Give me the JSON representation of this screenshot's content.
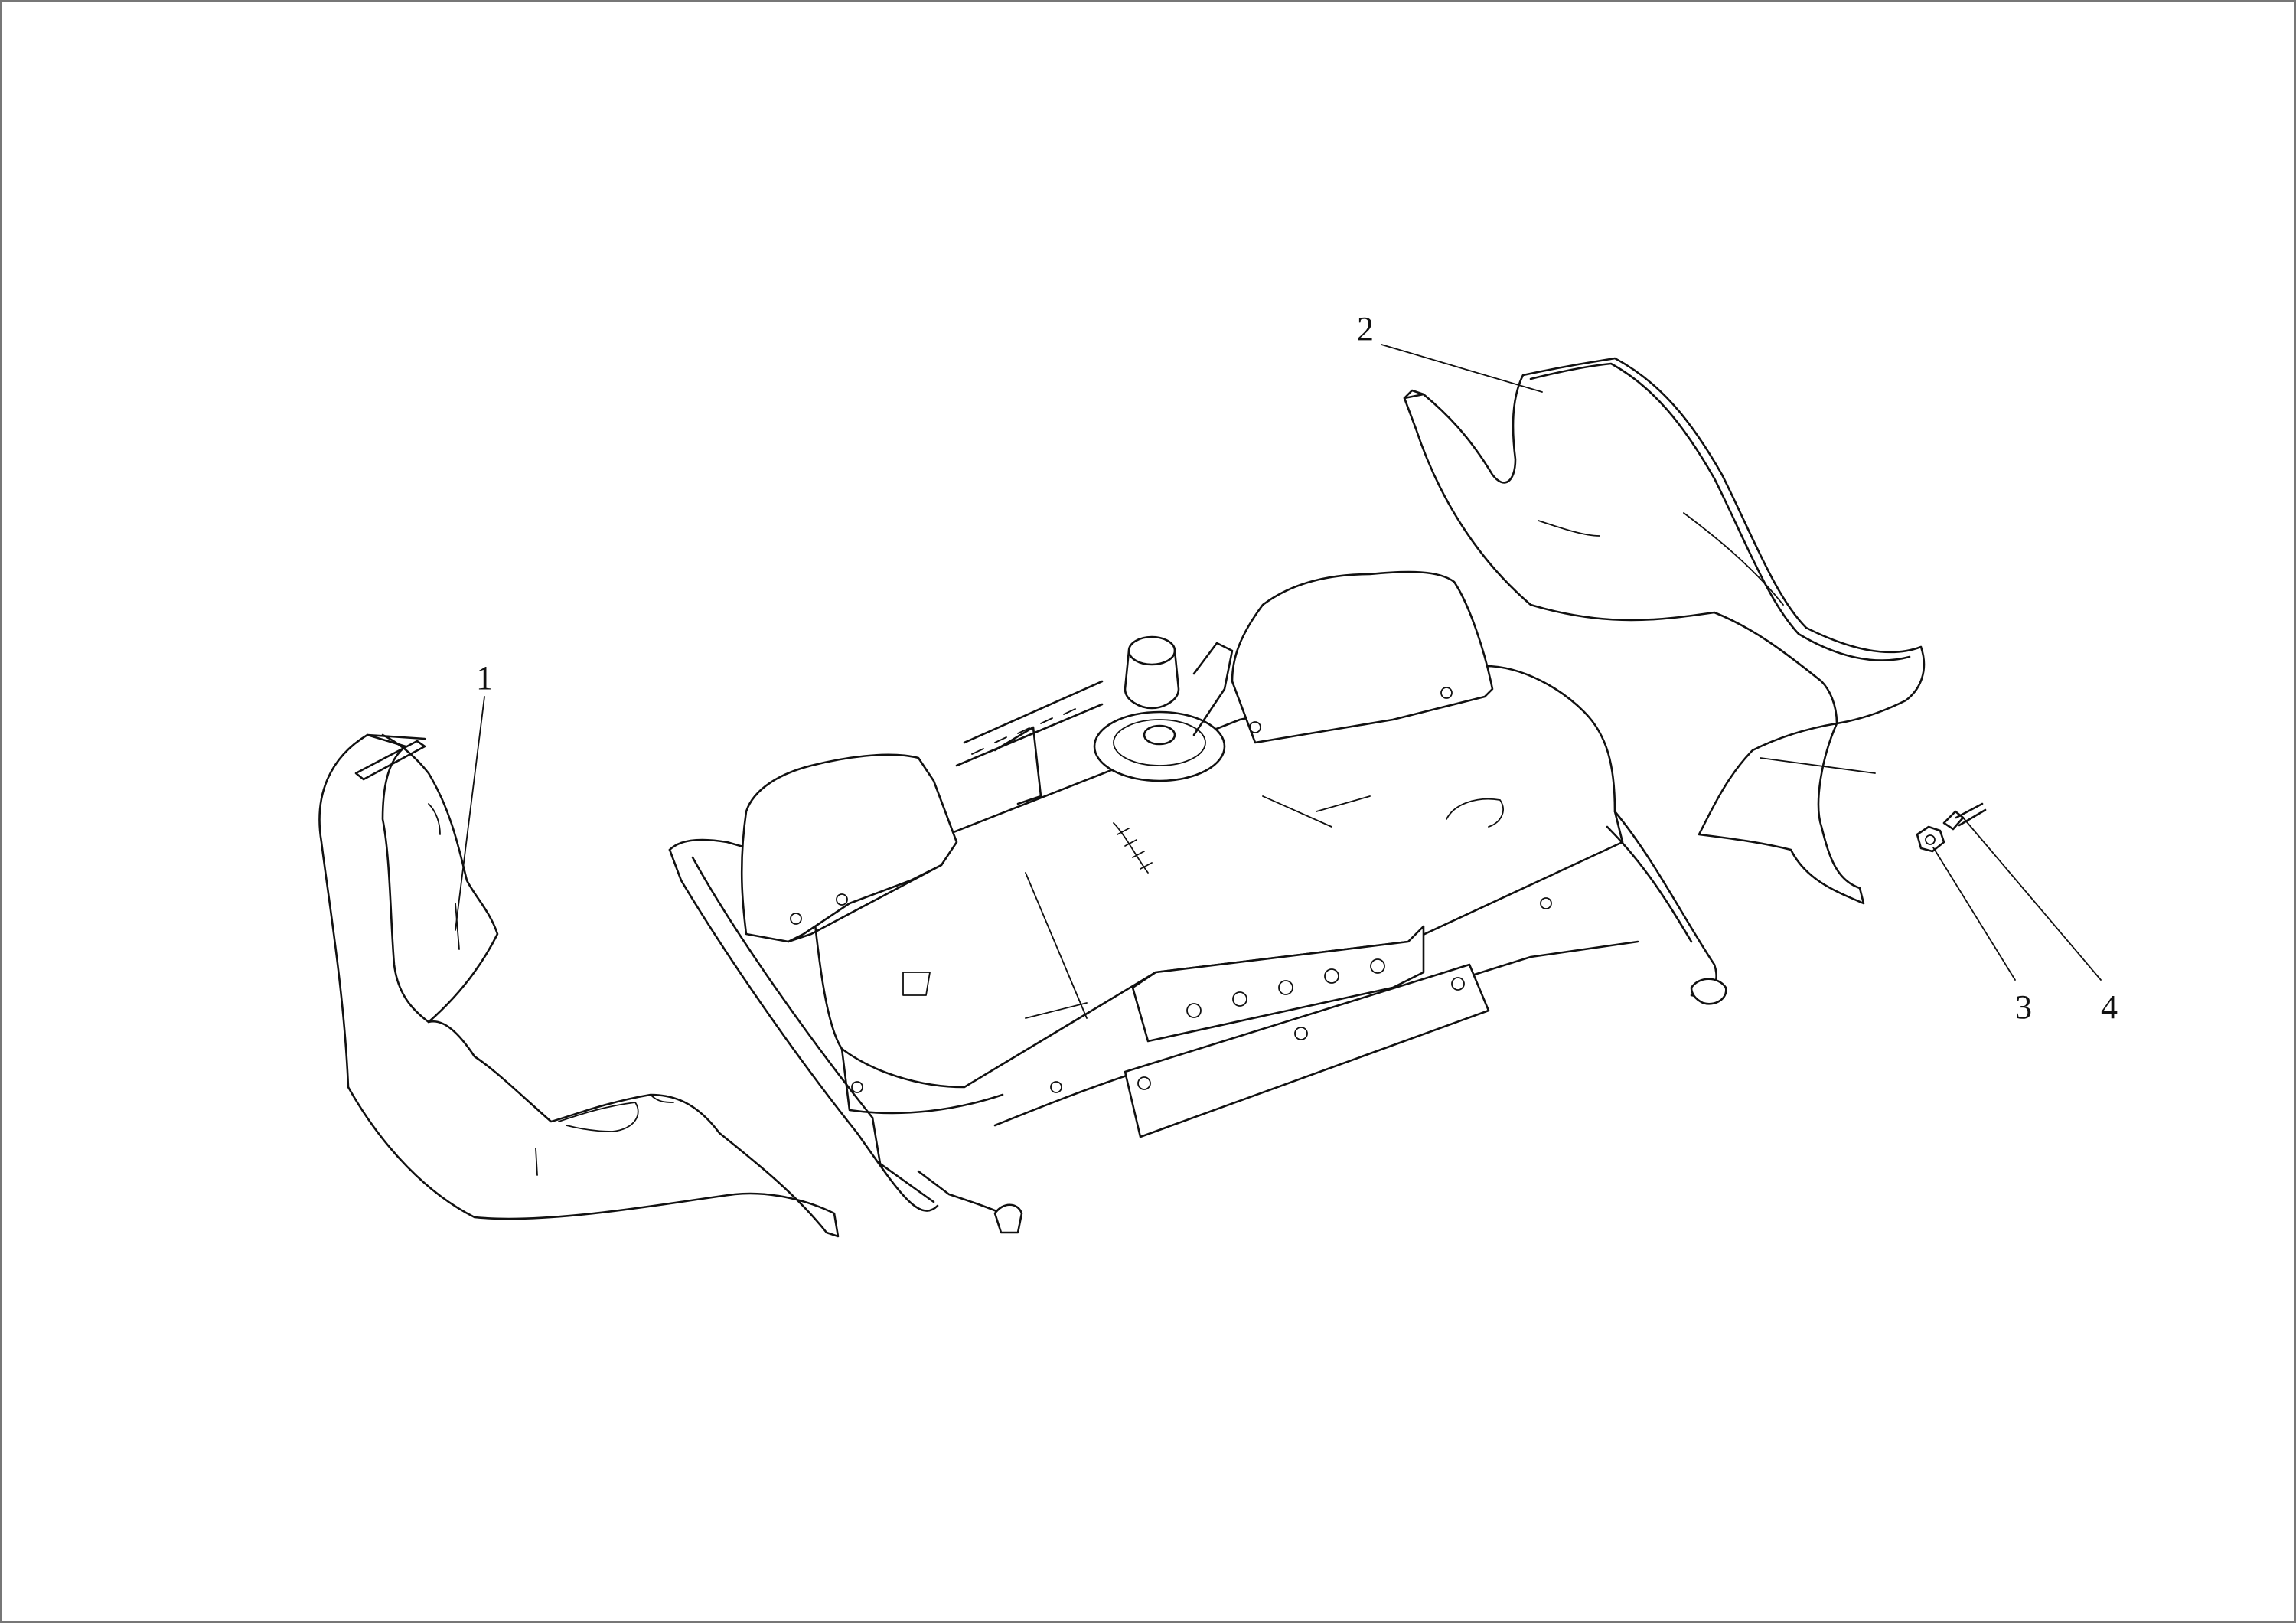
{
  "callouts": [
    {
      "id": "1",
      "label": "1"
    },
    {
      "id": "2",
      "label": "2"
    },
    {
      "id": "3",
      "label": "3"
    },
    {
      "id": "4",
      "label": "4"
    }
  ],
  "colors": {
    "line": "#111111",
    "background": "#ffffff",
    "frame": "#777777"
  }
}
